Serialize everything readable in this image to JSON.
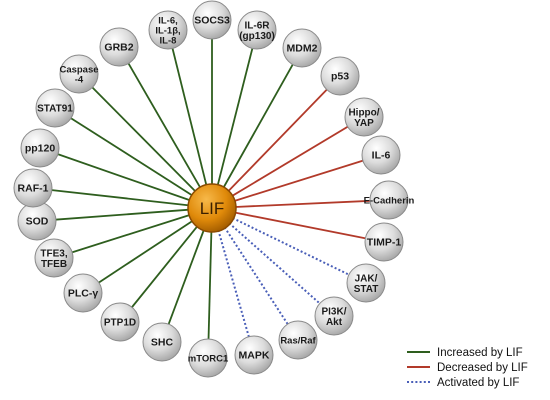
{
  "hub": {
    "label": "LIF"
  },
  "nodes": [
    {
      "id": "il6-il1b-il8",
      "lines": [
        "IL-6,",
        "IL-1β,",
        "IL-8"
      ],
      "effect": "increased"
    },
    {
      "id": "socs3",
      "lines": [
        "SOCS3"
      ],
      "effect": "increased"
    },
    {
      "id": "il6r",
      "lines": [
        "IL-6R",
        "(gp130)"
      ],
      "effect": "increased"
    },
    {
      "id": "mdm2",
      "lines": [
        "MDM2"
      ],
      "effect": "increased"
    },
    {
      "id": "p53",
      "lines": [
        "p53"
      ],
      "effect": "decreased"
    },
    {
      "id": "hippo-yap",
      "lines": [
        "Hippo/",
        "YAP"
      ],
      "effect": "decreased"
    },
    {
      "id": "il6",
      "lines": [
        "IL-6"
      ],
      "effect": "decreased"
    },
    {
      "id": "e-cadherin",
      "lines": [
        "E-Cadherin"
      ],
      "effect": "decreased"
    },
    {
      "id": "timp1",
      "lines": [
        "TIMP-1"
      ],
      "effect": "decreased"
    },
    {
      "id": "jak-stat",
      "lines": [
        "JAK/",
        "STAT"
      ],
      "effect": "activated"
    },
    {
      "id": "pi3k-akt",
      "lines": [
        "PI3K/",
        "Akt"
      ],
      "effect": "activated"
    },
    {
      "id": "ras-raf",
      "lines": [
        "Ras/Raf"
      ],
      "effect": "activated"
    },
    {
      "id": "mapk",
      "lines": [
        "MAPK"
      ],
      "effect": "activated"
    },
    {
      "id": "mtorc1",
      "lines": [
        "mTORC1"
      ],
      "effect": "increased"
    },
    {
      "id": "shc",
      "lines": [
        "SHC"
      ],
      "effect": "increased"
    },
    {
      "id": "ptp1d",
      "lines": [
        "PTP1D"
      ],
      "effect": "increased"
    },
    {
      "id": "plc-g",
      "lines": [
        "PLC-γ"
      ],
      "effect": "increased"
    },
    {
      "id": "tfe3-tfeb",
      "lines": [
        "TFE3,",
        "TFEB"
      ],
      "effect": "increased"
    },
    {
      "id": "sod",
      "lines": [
        "SOD"
      ],
      "effect": "increased"
    },
    {
      "id": "raf1",
      "lines": [
        "RAF-1"
      ],
      "effect": "increased"
    },
    {
      "id": "pp120",
      "lines": [
        "pp120"
      ],
      "effect": "increased"
    },
    {
      "id": "stat91",
      "lines": [
        "STAT91"
      ],
      "effect": "increased"
    },
    {
      "id": "caspase4",
      "lines": [
        "Caspase",
        "-4"
      ],
      "effect": "increased"
    },
    {
      "id": "grb2",
      "lines": [
        "GRB2"
      ],
      "effect": "increased"
    }
  ],
  "legend": {
    "items": [
      {
        "key": "increased",
        "label": "Increased by LIF"
      },
      {
        "key": "decreased",
        "label": "Decreased by LIF"
      },
      {
        "key": "activated",
        "label": "Activated by LIF"
      }
    ]
  },
  "colors": {
    "increased": "#2e5e1e",
    "decreased": "#b23a2a",
    "activated": "#4a5fb8",
    "hub_fill": "#e08a0a",
    "hub_stroke": "#8a4a00",
    "node_fill": "#d6d6d6",
    "node_stroke": "#8a8a8a"
  }
}
